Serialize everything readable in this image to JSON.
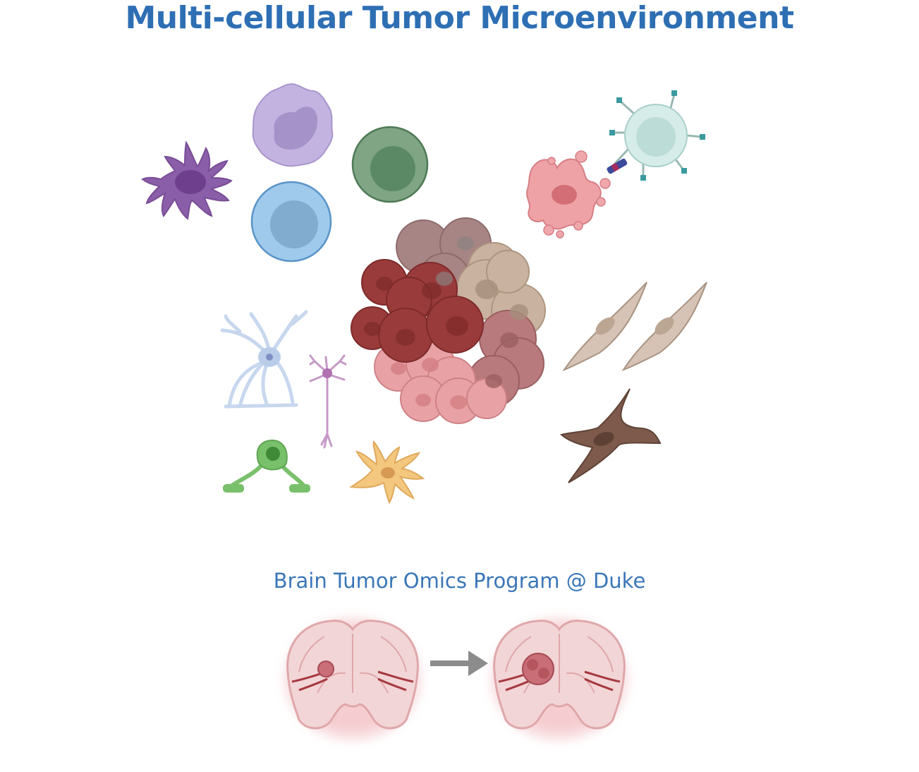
{
  "title": "Multi-cellular Tumor Microenvironment",
  "subtitle": "Brain Tumor Omics Program @ Duke",
  "colors": {
    "title": "#2e6fb4",
    "subtitle": "#3a76b8",
    "tumor_dark_red": "#9a3b3b",
    "tumor_pink": "#e8a2a6",
    "tumor_tan": "#c9b3a0",
    "tumor_mauve": "#a88585",
    "dendritic_purple": "#8a5ea8",
    "neutrophil_lavender": "#c3b3e0",
    "lymphocyte_blue": "#9fcaec",
    "lymphocyte_green": "#7fa585",
    "t_cell_teal": "#d6ece9",
    "fibroblast_tan": "#d6c3b5",
    "fibroblast_brown": "#7d5a4c",
    "astrocyte_blue": "#c7d7ee",
    "neuron_pink": "#c69ac7",
    "oligodendrocyte_green": "#79c06b",
    "microglia_orange": "#f3c77e",
    "brain_pink": "#f2c9cc",
    "arrow_gray": "#8c8c8c"
  },
  "cells": [
    {
      "name": "dendritic-cell-icon"
    },
    {
      "name": "neutrophil-icon"
    },
    {
      "name": "b-cell-icon"
    },
    {
      "name": "t-cell-icon"
    },
    {
      "name": "cytotoxic-t-cell-icon"
    },
    {
      "name": "dying-tumor-cell-icon"
    },
    {
      "name": "tumor-cluster-icon"
    },
    {
      "name": "astrocyte-icon"
    },
    {
      "name": "neuron-icon"
    },
    {
      "name": "oligodendrocyte-icon"
    },
    {
      "name": "microglia-icon"
    },
    {
      "name": "fibroblast-icon"
    },
    {
      "name": "myofibroblast-icon"
    }
  ],
  "brains": [
    {
      "name": "brain-small-tumor-icon",
      "stage": "early"
    },
    {
      "name": "brain-large-tumor-icon",
      "stage": "progressed"
    }
  ],
  "arrow_icon": "right-arrow-icon"
}
